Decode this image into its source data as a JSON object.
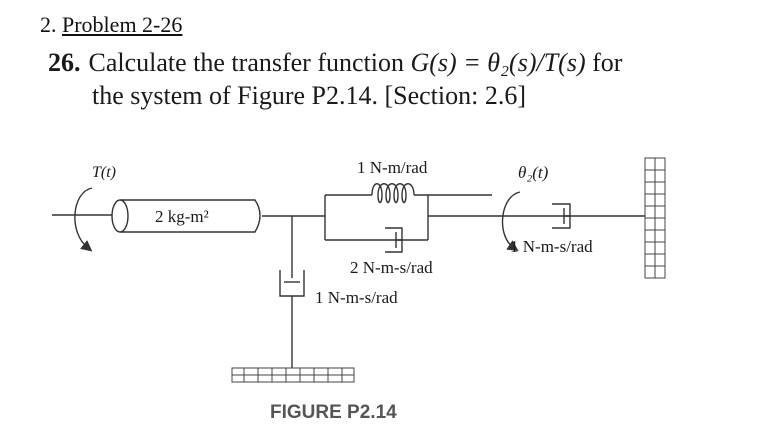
{
  "heading": {
    "number": "2.",
    "title": "Problem 2-26"
  },
  "problem": {
    "number": "26.",
    "text_a": "Calculate the transfer function ",
    "equation": "G(s) = θ₂(s)/T(s)",
    "text_b": " for",
    "line2": "the system of Figure P2.14. [Section: 2.6]"
  },
  "figure": {
    "torque_label": "T(t)",
    "inertia_label": "2 kg-m²",
    "spring_label": "1 N-m/rad",
    "damper_parallel_label": "2 N-m-s/rad",
    "damper_ground_label": "1 N-m-s/rad",
    "theta_label": "θ₂(t)",
    "damper_wall_label": "1 N-m-s/rad",
    "caption": "FIGURE P2.14"
  }
}
